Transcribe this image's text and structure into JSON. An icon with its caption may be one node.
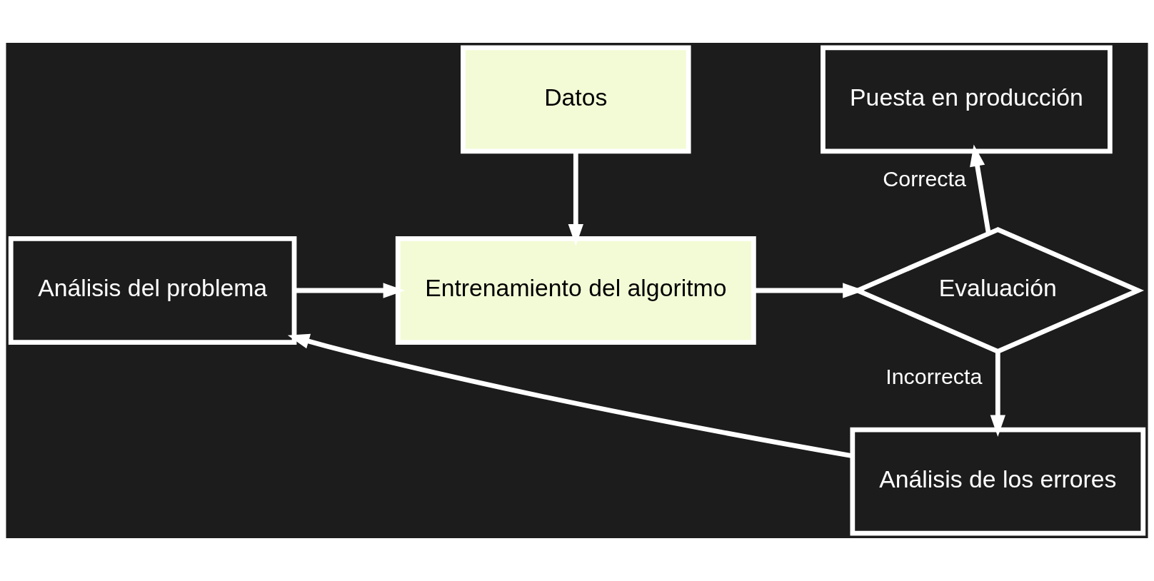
{
  "diagram": {
    "nodes": [
      {
        "text": [
          "Datos"
        ]
      },
      {
        "text": [
          "Puesta en producción"
        ]
      },
      {
        "text": [
          "Análisis del problema"
        ]
      },
      {
        "text": [
          "Entrenamiento del algoritmo"
        ]
      },
      {
        "text": [
          "Evaluación"
        ]
      },
      {
        "text": [
          "Análisis de los errores"
        ]
      }
    ],
    "edges": [
      {
        "from": 0,
        "to": 3,
        "arrow": "to"
      },
      {
        "from": 2,
        "to": 3,
        "arrow": "to"
      },
      {
        "from": 3,
        "to": 4,
        "arrow": "to"
      },
      {
        "from": 4,
        "to": 1,
        "arrow": "to",
        "label": "Correcta"
      },
      {
        "from": 4,
        "to": 5,
        "arrow": "to",
        "label": "Incorrecta"
      },
      {
        "from": 5,
        "to": 2,
        "arrow": "to"
      }
    ]
  }
}
